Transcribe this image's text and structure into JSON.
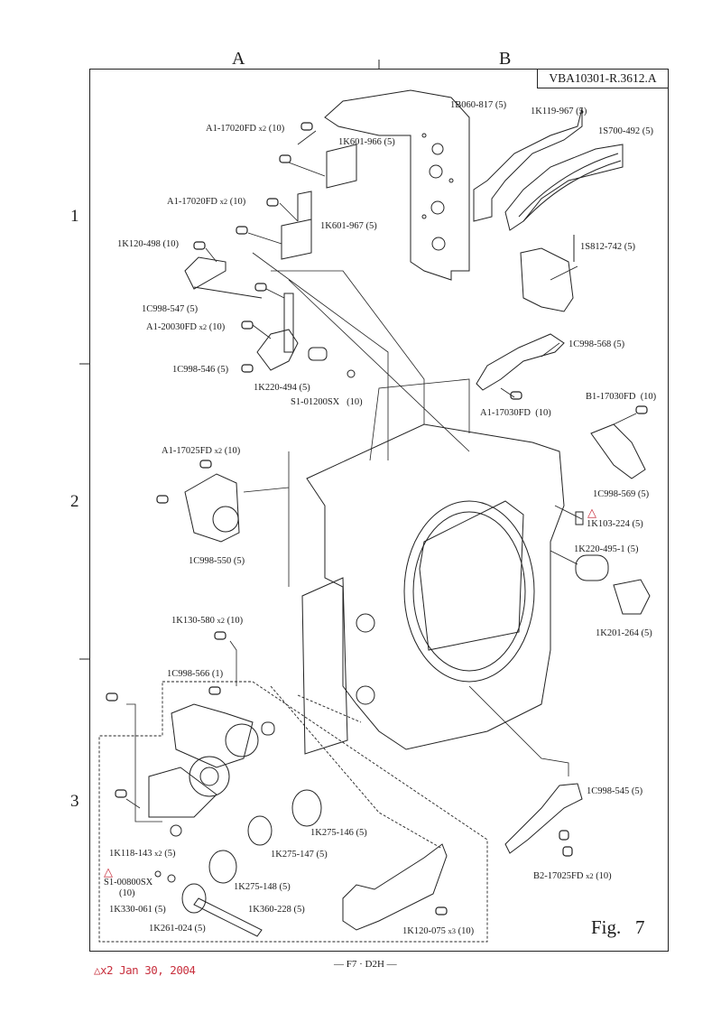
{
  "document": {
    "doc_id": "VBA10301-R.3612.A",
    "figure_label": "Fig.   7",
    "page_footer": "— F7 · D2H —",
    "revision_note": "△x2 Jan 30, 2004",
    "warning_color": "#c8303e"
  },
  "grid": {
    "columns": [
      "A",
      "B"
    ],
    "rows": [
      "1",
      "2",
      "3"
    ]
  },
  "parts": [
    {
      "id": "p1",
      "code": "A1-17020FD",
      "qty": "x2",
      "level": "(10)"
    },
    {
      "id": "p2",
      "code": "1K601-966",
      "qty": "",
      "level": "(5)"
    },
    {
      "id": "p3",
      "code": "A1-17020FD",
      "qty": "x2",
      "level": "(10)"
    },
    {
      "id": "p4",
      "code": "1K601-967",
      "qty": "",
      "level": "(5)"
    },
    {
      "id": "p5",
      "code": "1K120-498",
      "qty": "",
      "level": "(10)"
    },
    {
      "id": "p6",
      "code": "1B060-817",
      "qty": "",
      "level": "(5)"
    },
    {
      "id": "p7",
      "code": "1K119-967",
      "qty": "",
      "level": "(5)"
    },
    {
      "id": "p8",
      "code": "1S700-492",
      "qty": "",
      "level": "(5)"
    },
    {
      "id": "p9",
      "code": "1S812-742",
      "qty": "",
      "level": "(5)"
    },
    {
      "id": "p10",
      "code": "1C998-547",
      "qty": "",
      "level": "(5)"
    },
    {
      "id": "p11",
      "code": "A1-20030FD",
      "qty": "x2",
      "level": "(10)"
    },
    {
      "id": "p12",
      "code": "1C998-546",
      "qty": "",
      "level": "(5)"
    },
    {
      "id": "p13",
      "code": "1K220-494",
      "qty": "",
      "level": "(5)"
    },
    {
      "id": "p14",
      "code": "S1-01200SX",
      "qty": "",
      "level": "(10)"
    },
    {
      "id": "p15",
      "code": "1C998-568",
      "qty": "",
      "level": "(5)"
    },
    {
      "id": "p16",
      "code": "A1-17030FD",
      "qty": "",
      "level": "(10)"
    },
    {
      "id": "p17",
      "code": "B1-17030FD",
      "qty": "",
      "level": "(10)"
    },
    {
      "id": "p18",
      "code": "A1-17025FD",
      "qty": "x2",
      "level": "(10)"
    },
    {
      "id": "p19",
      "code": "1C998-569",
      "qty": "",
      "level": "(5)"
    },
    {
      "id": "p20",
      "code": "1K103-224",
      "qty": "",
      "level": "(5)",
      "revised": true
    },
    {
      "id": "p21",
      "code": "1K220-495-1",
      "qty": "",
      "level": "(5)"
    },
    {
      "id": "p22",
      "code": "1C998-550",
      "qty": "",
      "level": "(5)"
    },
    {
      "id": "p23",
      "code": "1K201-264",
      "qty": "",
      "level": "(5)"
    },
    {
      "id": "p24",
      "code": "1K130-580",
      "qty": "x2",
      "level": "(10)"
    },
    {
      "id": "p25",
      "code": "1C998-566",
      "qty": "",
      "level": "(1)"
    },
    {
      "id": "p26",
      "code": "1K275-146",
      "qty": "",
      "level": "(5)"
    },
    {
      "id": "p27",
      "code": "1K118-143",
      "qty": "x2",
      "level": "(5)"
    },
    {
      "id": "p28",
      "code": "1K275-147",
      "qty": "",
      "level": "(5)"
    },
    {
      "id": "p29",
      "code": "S1-00800SX",
      "qty": "",
      "level": "(10)",
      "revised": true
    },
    {
      "id": "p30",
      "code": "1K275-148",
      "qty": "",
      "level": "(5)"
    },
    {
      "id": "p31",
      "code": "1K330-061",
      "qty": "",
      "level": "(5)"
    },
    {
      "id": "p32",
      "code": "1K360-228",
      "qty": "",
      "level": "(5)"
    },
    {
      "id": "p33",
      "code": "1K261-024",
      "qty": "",
      "level": "(5)"
    },
    {
      "id": "p34",
      "code": "1K120-075",
      "qty": "x3",
      "level": "(10)"
    },
    {
      "id": "p35",
      "code": "1C998-545",
      "qty": "",
      "level": "(5)"
    },
    {
      "id": "p36",
      "code": "B2-17025FD",
      "qty": "x2",
      "level": "(10)"
    }
  ],
  "revision_mark": "△"
}
